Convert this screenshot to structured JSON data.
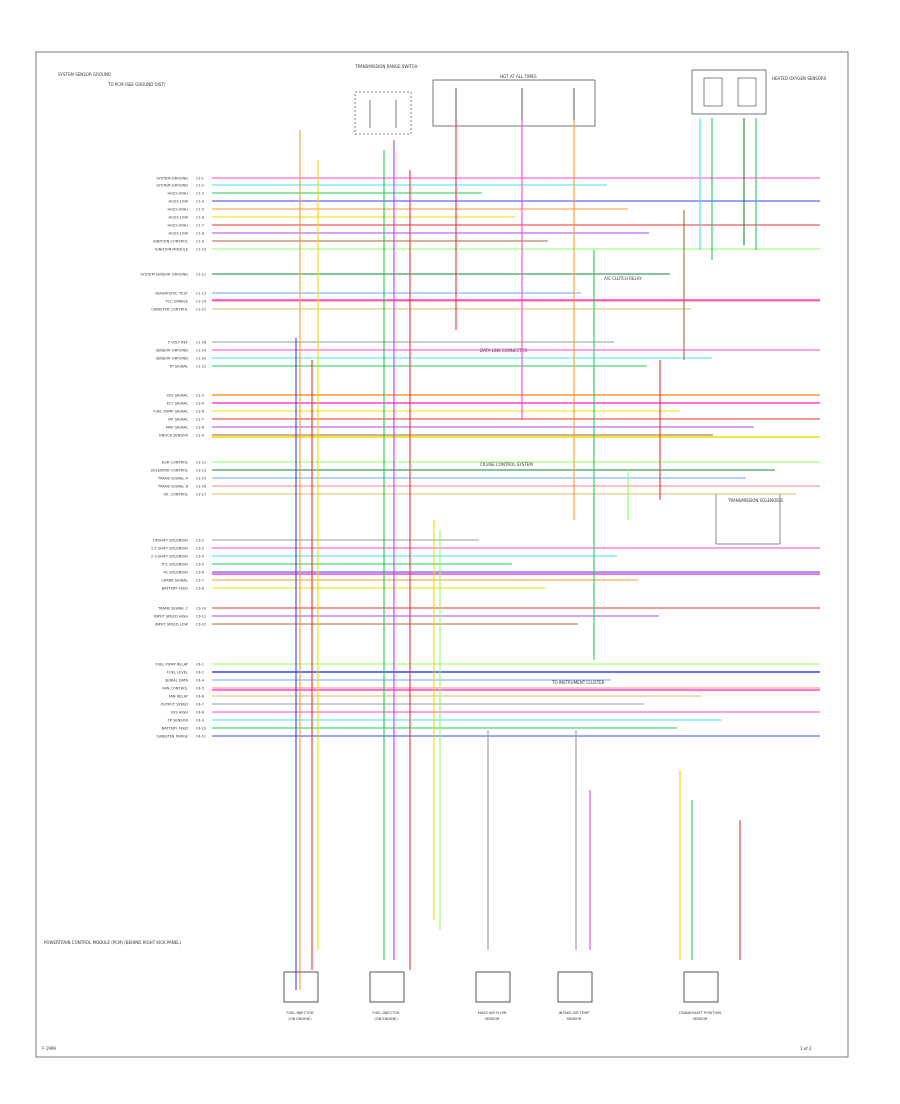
{
  "header": {
    "ecm_note": "SYSTEM SENSOR GROUND",
    "ecm_note2": "TO PCM (SEE GROUND DIST)",
    "tcc_switch": "TRANSMISSION RANGE SWITCH",
    "ign_relay": "HOT AT ALL TIMES",
    "o2_sensors": "HEATED OXYGEN SENSORS"
  },
  "notes": {
    "n1": "DATA LINK CONNECTOR",
    "n2": "CRUISE CONTROL SYSTEM",
    "n3": "A/C CLUTCH RELAY",
    "n4": "TO INSTRUMENT CLUSTER",
    "n5": "TRANSMISSION SOLENOIDS"
  },
  "pcm_label": "POWERTRAIN CONTROL MODULE (PCM) (BEHIND RIGHT KICK PANEL)",
  "left_labels": [
    "SYSTEM GROUND",
    "SYSTEM GROUND",
    "HO2S HIGH",
    "HO2S LOW",
    "HO2S HIGH",
    "HO2S LOW",
    "HO2S HIGH",
    "HO2S LOW",
    "IGNITION CONTROL",
    "IGNITION MODULE",
    "SYSTEM SENSOR GROUND",
    "DIAGNOSTIC TEST",
    "TCC ENABLE",
    "CANISTER CONTROL",
    "5 VOLT REF",
    "SENSOR GROUND",
    "SENSOR GROUND",
    "TP SIGNAL",
    "VSS SIGNAL",
    "ECT SIGNAL",
    "FUEL PUMP SIGNAL",
    "IAT SIGNAL",
    "MAP SIGNAL",
    "KNOCK SENSOR",
    "EGR CONTROL",
    "SOLENOID CONTROL",
    "TRANS SIGNAL A",
    "TRANS SIGNAL B",
    "OIL CONTROL",
    "UPSHIFT SOLENOID",
    "1-2 SHIFT SOLENOID",
    "2-3 SHIFT SOLENOID",
    "TCC SOLENOID",
    "PC SOLENOID",
    "CRANK SIGNAL",
    "BATTERY FEED",
    "TRANS SIGNAL C",
    "INPUT SPEED HIGH",
    "INPUT SPEED LOW",
    "FUEL PUMP RELAY",
    "FUEL LEVEL",
    "SERIAL DATA",
    "FAN CONTROL",
    "FAN RELAY",
    "OUTPUT SPEED",
    "VSS HIGH",
    "TP SENSOR",
    "BATTERY FEED",
    "CANISTER PURGE"
  ],
  "pin_labels": [
    "C1-1",
    "C1-2",
    "C1-3",
    "C1-4",
    "C1-5",
    "C1-6",
    "C1-7",
    "C1-8",
    "C1-9",
    "C1-10",
    "C1-12",
    "C1-13",
    "C1-14",
    "C1-15",
    "C1-18",
    "C1-19",
    "C1-20",
    "C1-21",
    "C2-3",
    "C2-4",
    "C2-6",
    "C2-7",
    "C2-8",
    "C2-9",
    "C2-12",
    "C2-13",
    "C2-15",
    "C2-16",
    "C2-17",
    "C3-2",
    "C3-3",
    "C3-4",
    "C3-5",
    "C3-6",
    "C3-7",
    "C3-8",
    "C3-10",
    "C3-11",
    "C3-12",
    "C4-1",
    "C4-2",
    "C4-4",
    "C4-5",
    "C4-6",
    "C4-7",
    "C4-8",
    "C4-9",
    "C4-10",
    "C4-11"
  ],
  "bottom_components": [
    {
      "title": "FUEL INJECTOR",
      "sub": "(ON ENGINE)"
    },
    {
      "title": "FUEL INJECTOR",
      "sub": "(ON ENGINE)"
    },
    {
      "title": "MASS AIR FLOW",
      "sub": "SENSOR"
    },
    {
      "title": "INTAKE AIR TEMP",
      "sub": "SENSOR"
    },
    {
      "title": "CRANKSHAFT POSITION",
      "sub": "SENSOR"
    }
  ],
  "footer": {
    "left": "F-1999",
    "right": "1 of 2"
  },
  "colors": {
    "pink": "#ff44cc",
    "cyan": "#44e0ff",
    "green": "#22cc55",
    "blue": "#3344ff",
    "orange": "#ff9933",
    "yellow": "#eedd00",
    "red": "#ee3333",
    "purple": "#aa44ff",
    "brown": "#aa6633",
    "ltgreen": "#88ff66",
    "gray": "#999999",
    "dkgreen": "#118833",
    "ltblue": "#66aaff",
    "salmon": "#ff8877",
    "tan": "#ddbb66"
  }
}
